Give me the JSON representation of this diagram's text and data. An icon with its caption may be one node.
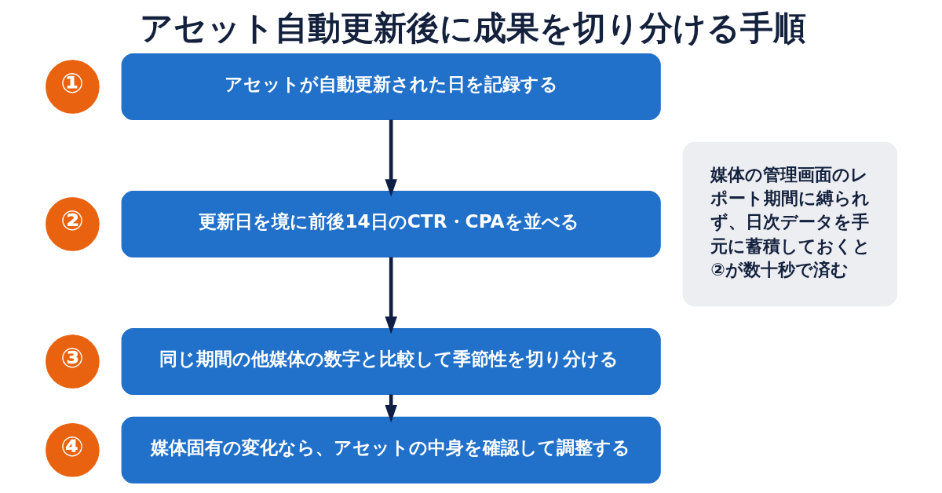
{
  "diagram": {
    "title": "アセット自動更新後に成果を切り分ける手順",
    "nodes": [
      {
        "text": [
          "①"
        ]
      },
      {
        "text": [
          "アセットが自動更新された日を記録する"
        ]
      },
      {
        "text": [
          "②"
        ]
      },
      {
        "text": [
          "更新日を境に前後14日のCTR・CPAを並べる"
        ]
      },
      {
        "text": [
          "③"
        ]
      },
      {
        "text": [
          "同じ期間の他媒体の数字と比較して季節性を切り分ける"
        ]
      },
      {
        "text": [
          "④"
        ]
      },
      {
        "text": [
          "媒体固有の変化なら、アセットの中身を確認して調整する"
        ]
      },
      {
        "text": [
          "媒体の管理画面のレポート期間に縛られず、日次データを手元に蓄積しておくと②が数十秒で済む"
        ]
      }
    ],
    "edges": [
      {
        "from": 1,
        "to": 3,
        "arrow": "to"
      },
      {
        "from": 3,
        "to": 5,
        "arrow": "to"
      },
      {
        "from": 5,
        "to": 7,
        "arrow": "to"
      }
    ]
  }
}
